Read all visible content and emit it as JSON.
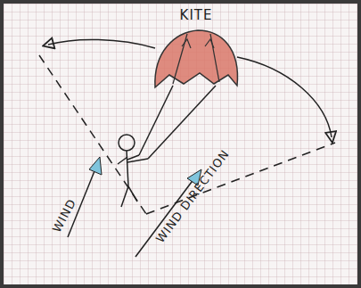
{
  "diagram": {
    "nodes": [
      {
        "text": [
          "KITE"
        ]
      }
    ],
    "labels": [
      "WIND",
      "WIND DIRECTION"
    ]
  }
}
